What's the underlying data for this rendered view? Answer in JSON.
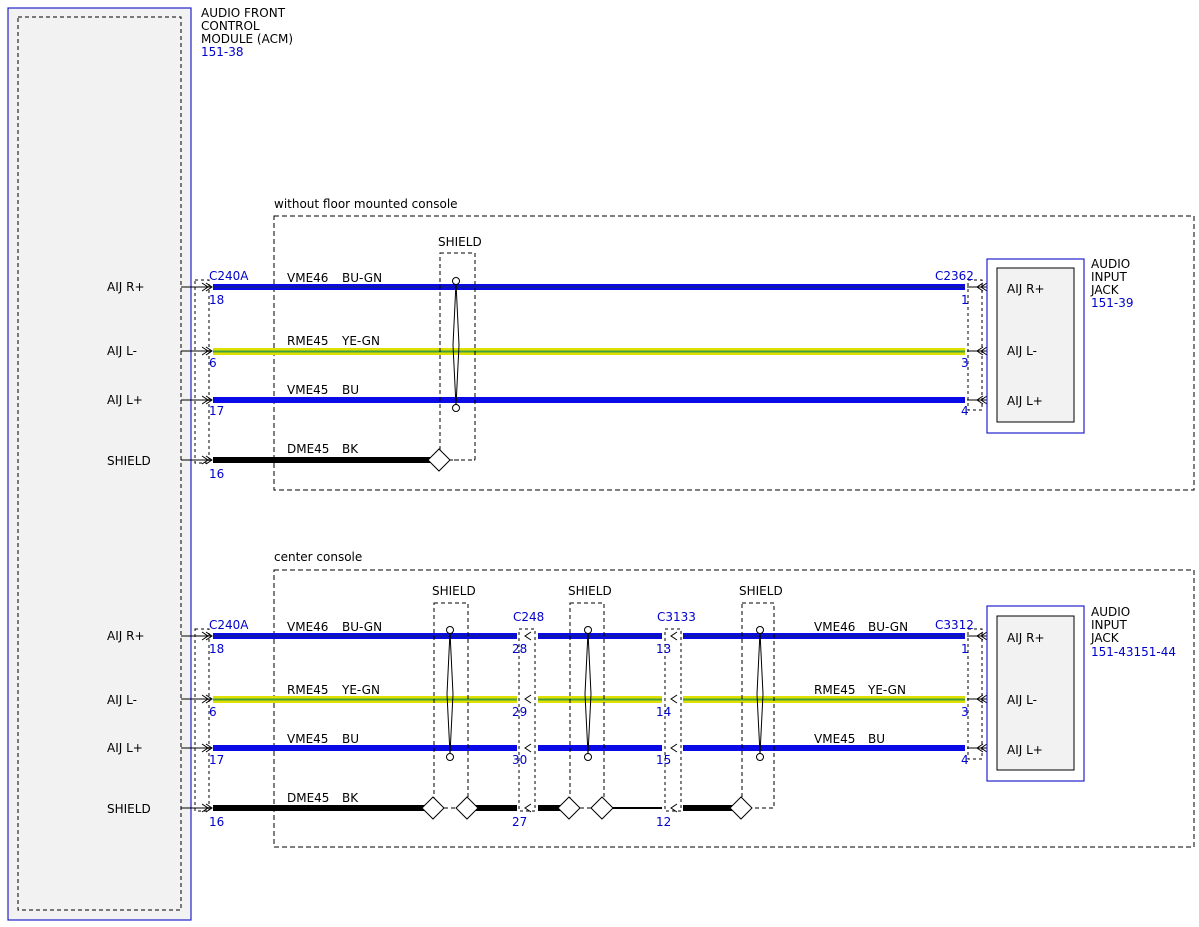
{
  "colors": {
    "blue_text": "#0000cc",
    "module_border": "#2222cc",
    "module_fill": "#f2f2f2",
    "wire_blue": "#0a0ae6",
    "wire_blue_dark": "#10208a",
    "wire_green_stripe": "#3fa03f",
    "wire_yellow": "#e0e000",
    "wire_black": "#000000",
    "line_black": "#000000"
  },
  "acm": {
    "name_lines": [
      "AUDIO FRONT",
      "CONTROL",
      "MODULE (ACM)"
    ],
    "ref": "151-38",
    "pins": [
      "AIJ R+",
      "AIJ L-",
      "AIJ L+",
      "SHIELD"
    ]
  },
  "sections": [
    {
      "title": "without floor mounted console",
      "connector_left": "C240A",
      "connector_right": "C2362",
      "shield_label": "SHIELD",
      "wires": [
        {
          "circuit": "VME46",
          "color": "BU-GN",
          "left_pin": "18",
          "right_pin": "1"
        },
        {
          "circuit": "RME45",
          "color": "YE-GN",
          "left_pin": "6",
          "right_pin": "3"
        },
        {
          "circuit": "VME45",
          "color": "BU",
          "left_pin": "17",
          "right_pin": "4"
        },
        {
          "circuit": "DME45",
          "color": "BK",
          "left_pin": "16",
          "right_pin": ""
        }
      ],
      "jack": {
        "name_lines": [
          "AUDIO",
          "INPUT",
          "JACK"
        ],
        "ref": "151-39",
        "pins": [
          "AIJ R+",
          "AIJ L-",
          "AIJ L+"
        ]
      }
    },
    {
      "title": "center console",
      "connector_left": "C240A",
      "connector_mid1": "C248",
      "connector_mid2": "C3133",
      "connector_right": "C3312",
      "shield_label": "SHIELD",
      "wires": [
        {
          "circuit": "VME46",
          "color": "BU-GN",
          "left_pin": "18",
          "mid1_pin": "28",
          "mid2_pin": "13",
          "right_pin": "1",
          "right_circuit": "VME46",
          "right_color": "BU-GN"
        },
        {
          "circuit": "RME45",
          "color": "YE-GN",
          "left_pin": "6",
          "mid1_pin": "29",
          "mid2_pin": "14",
          "right_pin": "3",
          "right_circuit": "RME45",
          "right_color": "YE-GN"
        },
        {
          "circuit": "VME45",
          "color": "BU",
          "left_pin": "17",
          "mid1_pin": "30",
          "mid2_pin": "15",
          "right_pin": "4",
          "right_circuit": "VME45",
          "right_color": "BU"
        },
        {
          "circuit": "DME45",
          "color": "BK",
          "left_pin": "16",
          "mid1_pin": "27",
          "mid2_pin": "12",
          "right_pin": "",
          "right_circuit": "",
          "right_color": ""
        }
      ],
      "jack": {
        "name_lines": [
          "AUDIO",
          "INPUT",
          "JACK"
        ],
        "ref": "151-43151-44",
        "pins": [
          "AIJ R+",
          "AIJ L-",
          "AIJ L+"
        ]
      }
    }
  ]
}
